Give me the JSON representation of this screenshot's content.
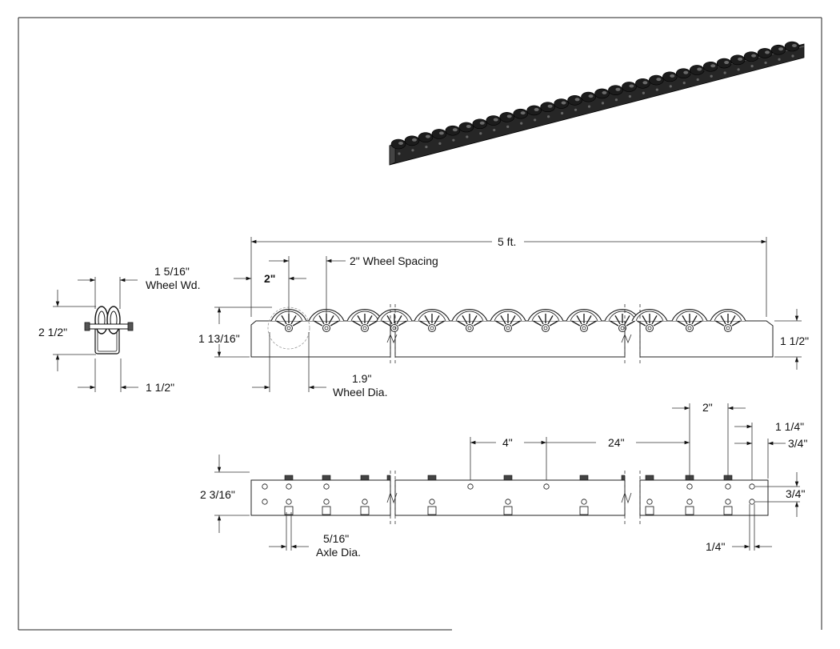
{
  "dimensions": {
    "overall_length": "5 ft.",
    "wheel_spacing": "2\" Wheel Spacing",
    "first_wheel_offset": "2\"",
    "side_height": "1 13/16\"",
    "rail_height": "1 1/2\"",
    "wheel_dia_value": "1.9\"",
    "wheel_dia_label": "Wheel Dia.",
    "end_wheel_width_value": "1 5/16\"",
    "end_wheel_width_label": "Wheel Wd.",
    "end_height": "2 1/2\"",
    "end_base_width": "1 1/2\"",
    "top_view_height": "2 3/16\"",
    "axle_dia_value": "5/16\"",
    "axle_dia_label": "Axle Dia.",
    "hole_spacing_short": "4\"",
    "hole_spacing_long": "24\"",
    "end_axle_pitch": "2\"",
    "end_hole_offset_a": "1 1/4\"",
    "end_hole_offset_b": "3/4\"",
    "end_hole_vertical": "3/4\"",
    "hole_dia": "1/4\""
  }
}
